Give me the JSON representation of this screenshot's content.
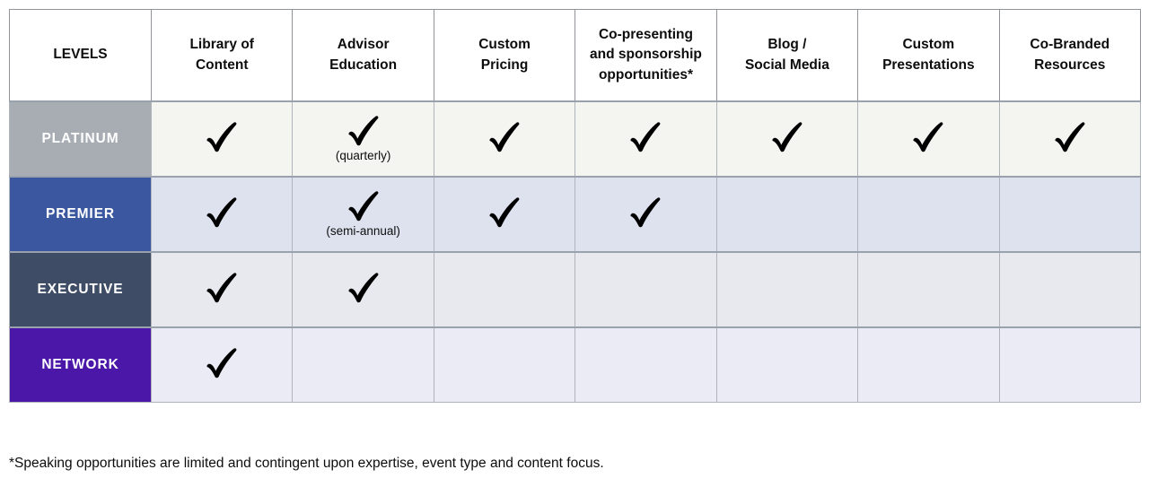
{
  "chart_data": {
    "type": "table",
    "title": "Membership levels feature comparison",
    "columns": [
      "LEVELS",
      "Library of Content",
      "Advisor Education",
      "Custom Pricing",
      "Co-presenting and sponsorship opportunities*",
      "Blog / Social Media",
      "Custom Presentations",
      "Co-Branded Resources"
    ],
    "rows": [
      {
        "level": "PLATINUM",
        "values": [
          "yes",
          "yes (quarterly)",
          "yes",
          "yes",
          "yes",
          "yes",
          "yes"
        ]
      },
      {
        "level": "PREMIER",
        "values": [
          "yes",
          "yes (semi-annual)",
          "yes",
          "yes",
          "no",
          "no",
          "no"
        ]
      },
      {
        "level": "EXECUTIVE",
        "values": [
          "yes",
          "yes",
          "no",
          "no",
          "no",
          "no",
          "no"
        ]
      },
      {
        "level": "NETWORK",
        "values": [
          "yes",
          "no",
          "no",
          "no",
          "no",
          "no",
          "no"
        ]
      }
    ],
    "footnote": "*Speaking opportunities are limited and contingent upon expertise, event type and content focus."
  },
  "table": {
    "columns": [
      "LEVELS",
      "Library of\nContent",
      "Advisor\nEducation",
      "Custom\nPricing",
      "Co-presenting\nand sponsorship\nopportunities*",
      "Blog /\nSocial Media",
      "Custom\nPresentations",
      "Co-Branded\nResources"
    ],
    "rows": [
      {
        "label": "PLATINUM",
        "cells": [
          {
            "check": true
          },
          {
            "check": true,
            "note": "(quarterly)"
          },
          {
            "check": true
          },
          {
            "check": true
          },
          {
            "check": true
          },
          {
            "check": true
          },
          {
            "check": true
          }
        ]
      },
      {
        "label": "PREMIER",
        "cells": [
          {
            "check": true
          },
          {
            "check": true,
            "note": "(semi-annual)"
          },
          {
            "check": true
          },
          {
            "check": true
          },
          {
            "check": false
          },
          {
            "check": false
          },
          {
            "check": false
          }
        ]
      },
      {
        "label": "EXECUTIVE",
        "cells": [
          {
            "check": true
          },
          {
            "check": true
          },
          {
            "check": false
          },
          {
            "check": false
          },
          {
            "check": false
          },
          {
            "check": false
          },
          {
            "check": false
          }
        ]
      },
      {
        "label": "NETWORK",
        "cells": [
          {
            "check": true
          },
          {
            "check": false
          },
          {
            "check": false
          },
          {
            "check": false
          },
          {
            "check": false
          },
          {
            "check": false
          },
          {
            "check": false
          }
        ]
      }
    ]
  },
  "footnote": "*Speaking opportunities are limited and contingent upon expertise, event type and content focus.",
  "colors": {
    "check": "#3cbfa4",
    "platinum_label": "#a8adb4",
    "premier_label": "#3a57a0",
    "executive_label": "#3e4c66",
    "network_label": "#4a17a8",
    "platinum_row_bg": "#f4f4f1",
    "premier_row_bg": "#dde2ee",
    "executive_row_bg": "#e8e9ef",
    "network_row_bg": "#eaebf5"
  }
}
